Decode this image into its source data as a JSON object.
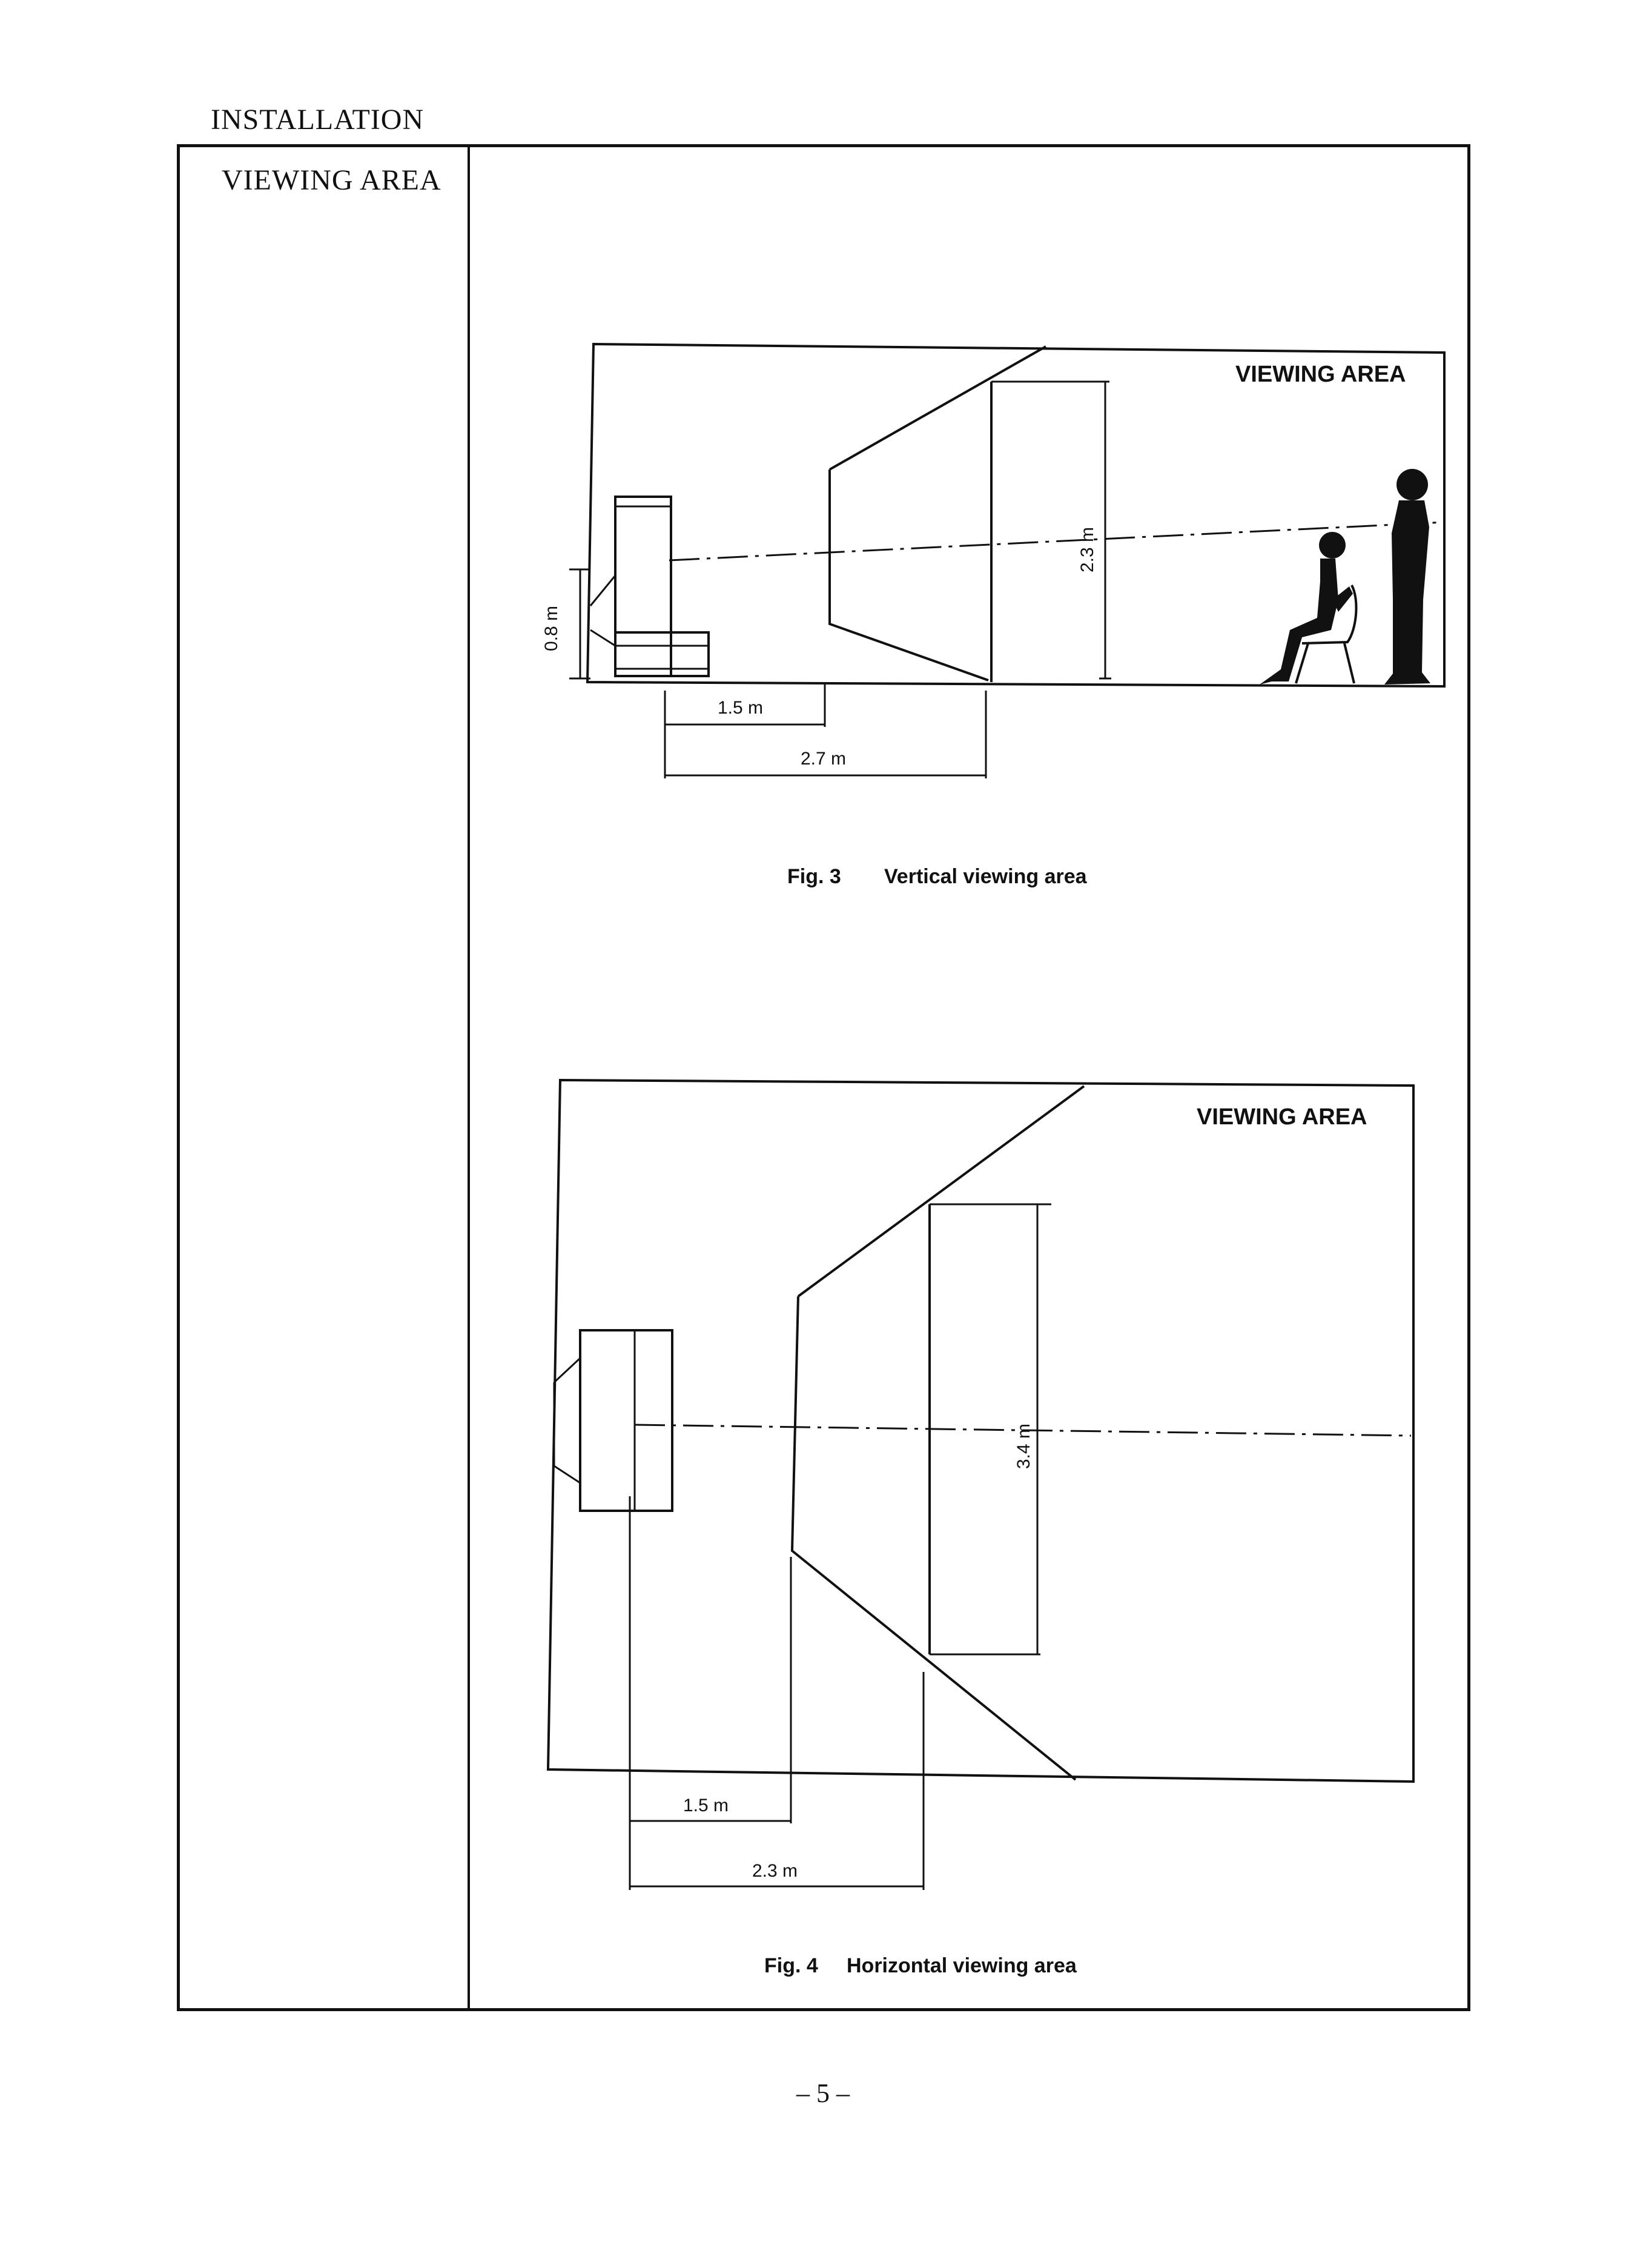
{
  "header": {
    "section": "INSTALLATION"
  },
  "sidebar": {
    "title": "VIEWING AREA"
  },
  "figures": [
    {
      "id": "fig3",
      "panel_label": "VIEWING AREA",
      "height_dim": "2.3 m",
      "set_height_dim": "0.8 m",
      "dist_near": "1.5 m",
      "dist_far": "2.7 m",
      "caption_number": "Fig. 3",
      "caption_text": "Vertical viewing area"
    },
    {
      "id": "fig4",
      "panel_label": "VIEWING AREA",
      "width_dim": "3.4 m",
      "dist_near": "1.5 m",
      "dist_far": "2.3 m",
      "caption_number": "Fig. 4",
      "caption_text": "Horizontal viewing area"
    }
  ],
  "footer": {
    "page_number": "– 5 –"
  }
}
